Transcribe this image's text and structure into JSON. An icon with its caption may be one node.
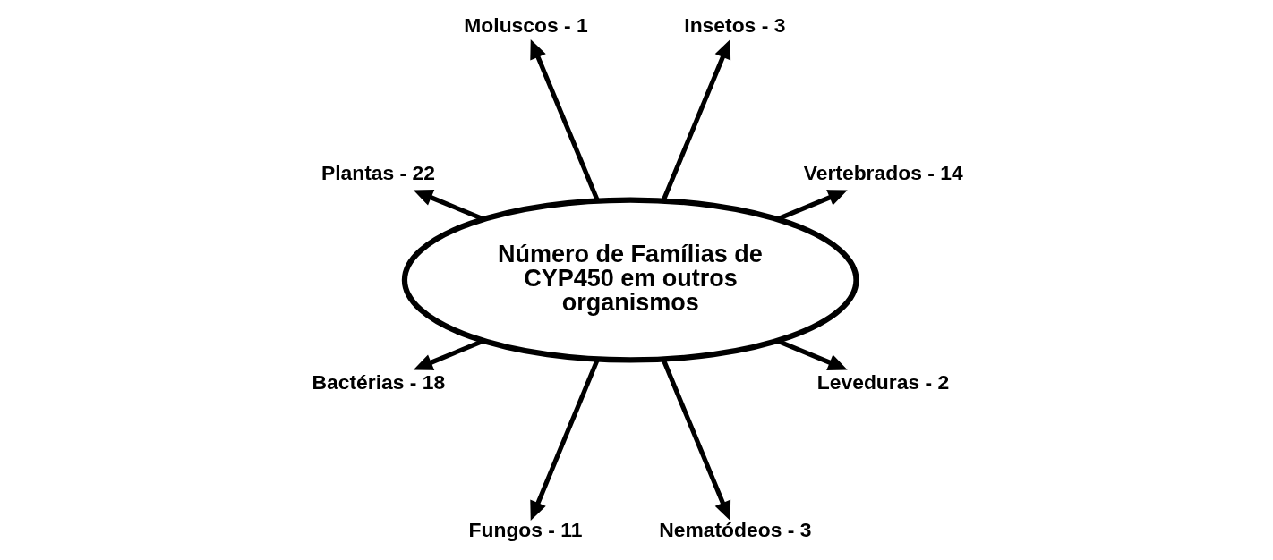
{
  "diagram": {
    "nodes": [
      {
        "text": [
          "Número de Famílias de CYP450 em outros organismos"
        ]
      },
      {
        "text": [
          "Vertebrados - 14"
        ]
      },
      {
        "text": [
          "Insetos - 3"
        ]
      },
      {
        "text": [
          "Moluscos - 1"
        ]
      },
      {
        "text": [
          "Plantas - 22"
        ]
      },
      {
        "text": [
          "Bactérias - 18"
        ]
      },
      {
        "text": [
          "Fungos - 11"
        ]
      },
      {
        "text": [
          "Nematódeos - 3"
        ]
      },
      {
        "text": [
          "Leveduras - 2"
        ]
      }
    ],
    "edges": [
      {
        "from": 0,
        "to": 1,
        "arrow": "to"
      },
      {
        "from": 0,
        "to": 3,
        "arrow": "to"
      },
      {
        "from": 0,
        "to": 5,
        "arrow": "to"
      },
      {
        "from": 0,
        "to": 7,
        "arrow": "to"
      },
      {
        "from": 0,
        "to": 8,
        "arrow": "to"
      },
      {
        "from": 0,
        "to": 6,
        "arrow": "to"
      },
      {
        "from": 0,
        "to": 4,
        "arrow": "to"
      },
      {
        "from": 0,
        "to": 2,
        "arrow": "to"
      }
    ]
  }
}
